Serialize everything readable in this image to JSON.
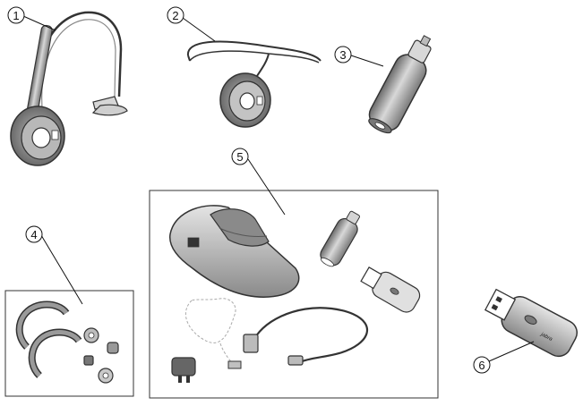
{
  "callouts": [
    {
      "number": "1"
    },
    {
      "number": "2"
    },
    {
      "number": "3"
    },
    {
      "number": "4"
    },
    {
      "number": "5"
    },
    {
      "number": "6"
    }
  ],
  "brand_text": "jabra",
  "colors": {
    "outline": "#333333",
    "dark_gray": "#666666",
    "mid_gray": "#9a9a9a",
    "light_gray": "#d6d6d6",
    "background": "#ffffff"
  }
}
